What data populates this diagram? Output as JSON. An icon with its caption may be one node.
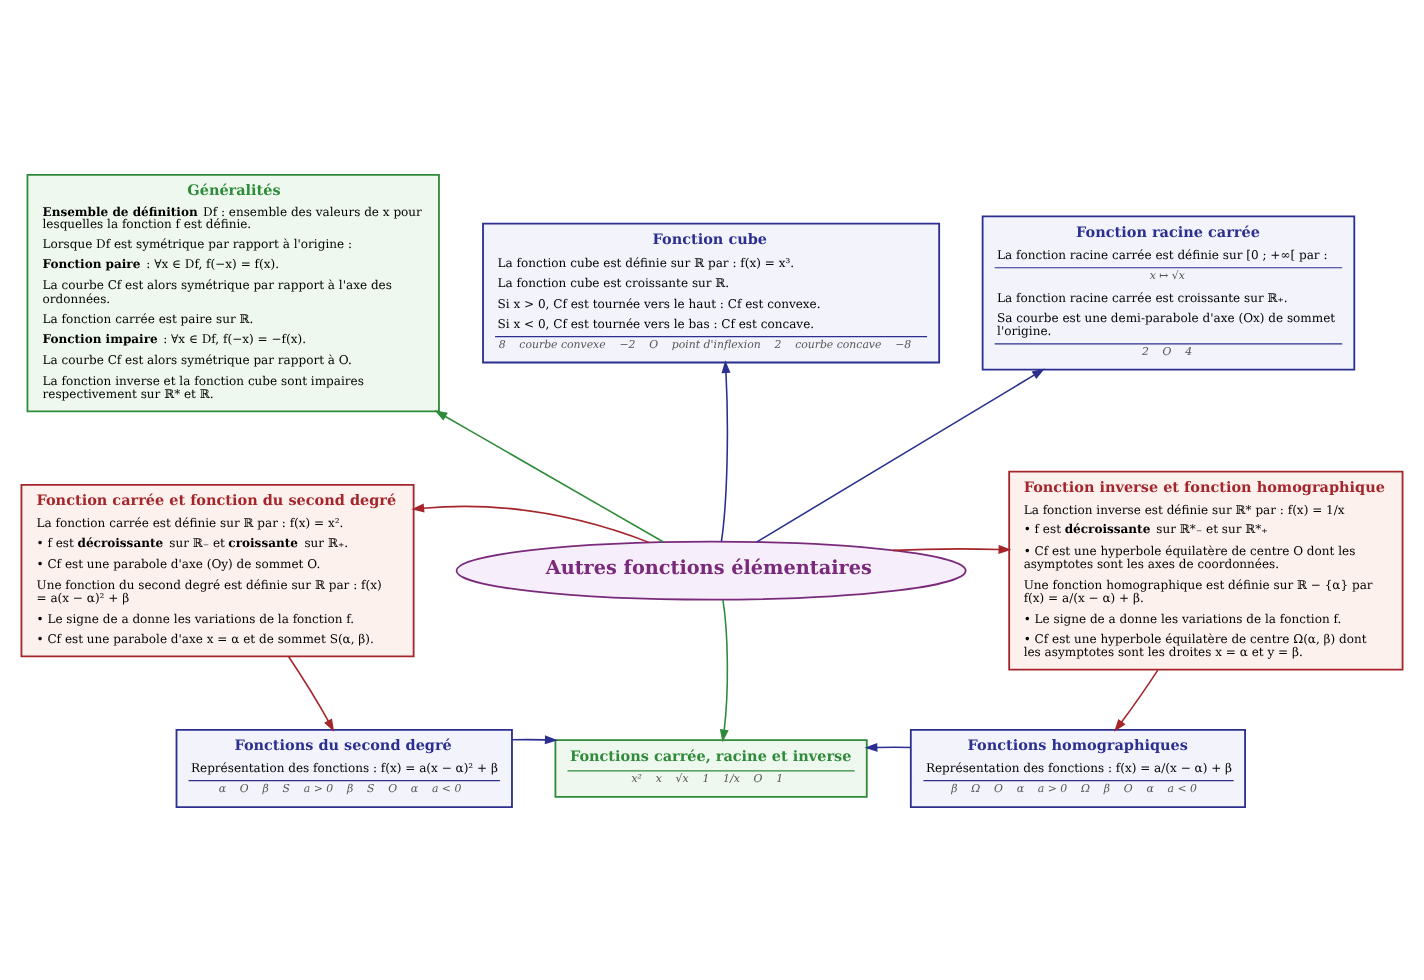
{
  "diagram": {
    "nodes": [
      {
        "text": [
          "Autres fonctions élémentaires"
        ]
      },
      {
        "text": [
          "Généralités",
          "**Ensemble de définition** Df : ensemble des valeurs de x pour lesquelles la fonction f est définie.",
          "Lorsque Df est symétrique par rapport à l'origine :",
          "**Fonction paire** : ∀x ∈ Df, f(−x) = f(x).",
          "La courbe Cf est alors symétrique par rapport à l'axe des ordonnées.",
          "La fonction carrée est paire sur ℝ.",
          "**Fonction impaire** : ∀x ∈ Df, f(−x) = −f(x).",
          "La courbe Cf est alors symétrique par rapport à O.",
          "La fonction inverse et la fonction cube sont impaires respectivement sur ℝ* et ℝ."
        ]
      },
      {
        "text": [
          "Fonction cube",
          "La fonction cube est définie sur ℝ par : f(x) = x³.",
          "La fonction cube est croissante sur ℝ.",
          "Si x > 0, Cf est tournée vers le haut : Cf est convexe.",
          "Si x < 0, Cf est tournée vers le bas : Cf est concave.",
          "8",
          "courbe convexe",
          "−2",
          "O",
          "point d'inflexion",
          "2",
          "courbe concave",
          "−8"
        ]
      },
      {
        "text": [
          "Fonction racine carrée",
          "La fonction racine carrée est définie sur [0 ; +∞[ par :",
          "x ↦ √x",
          "La fonction racine carrée est croissante sur ℝ₊.",
          "Sa courbe est une demi-parabole d'axe (Ox) de sommet l'origine.",
          "2",
          "O",
          "4"
        ]
      },
      {
        "text": [
          "Fonction carrée et fonction du second degré",
          "La fonction carrée est définie sur ℝ par : f(x) = x².",
          "• f est **décroissante** sur ℝ₋ et **croissante** sur ℝ₊.",
          "• Cf est une parabole d'axe (Oy) de sommet O.",
          "Une fonction du second degré est définie sur ℝ par : f(x) = a(x − α)² + β",
          "• Le signe de a donne les variations de la fonction f.",
          "• Cf est une parabole d'axe x = α et de sommet S(α, β)."
        ]
      },
      {
        "text": [
          "Fonction inverse et fonction homographique",
          "La fonction inverse est définie sur ℝ* par : f(x) = 1/x",
          "• f est **décroissante** sur ℝ*₋ et sur ℝ*₊",
          "• Cf est une hyperbole équilatère de centre O dont les asymptotes sont les axes de coordonnées.",
          "Une fonction homographique est définie sur ℝ − {α} par f(x) = a/(x − α) + β.",
          "• Le signe de a donne les variations de la fonction f.",
          "• Cf est une hyperbole équilatère de centre Ω(α, β) dont les asymptotes sont les droites x = α et y = β."
        ]
      },
      {
        "text": [
          "Fonctions du second degré",
          "Représentation des fonctions : f(x) = a(x − α)² + β",
          "α",
          "O",
          "β",
          "S",
          "a > 0",
          "β",
          "S",
          "O",
          "α",
          "a < 0"
        ]
      },
      {
        "text": [
          "Fonctions carrée, racine et inverse",
          "x²",
          "x",
          "√x",
          "1",
          "1/x",
          "O",
          "1"
        ]
      },
      {
        "text": [
          "Fonctions homographiques",
          "Représentation des fonctions : f(x) = a/(x − α) + β",
          "β",
          "Ω",
          "O",
          "α",
          "a > 0",
          "Ω",
          "β",
          "O",
          "α",
          "a < 0"
        ]
      }
    ],
    "edges": [
      {
        "from": 0,
        "to": 1,
        "arrow": "to",
        "color": "#2e8b3a"
      },
      {
        "from": 0,
        "to": 2,
        "arrow": "to",
        "color": "#2b2f8f"
      },
      {
        "from": 0,
        "to": 3,
        "arrow": "to",
        "color": "#2b2f8f"
      },
      {
        "from": 0,
        "to": 4,
        "arrow": "to",
        "color": "#a5262a"
      },
      {
        "from": 0,
        "to": 5,
        "arrow": "to",
        "color": "#a5262a"
      },
      {
        "from": 0,
        "to": 7,
        "arrow": "to",
        "color": "#2e8b3a"
      },
      {
        "from": 4,
        "to": 6,
        "arrow": "to",
        "color": "#a5262a"
      },
      {
        "from": 5,
        "to": 8,
        "arrow": "to",
        "color": "#a5262a"
      },
      {
        "from": 6,
        "to": 7,
        "arrow": "to",
        "color": "#2b2f8f"
      },
      {
        "from": 8,
        "to": 7,
        "arrow": "to",
        "color": "#2b2f8f"
      }
    ]
  }
}
